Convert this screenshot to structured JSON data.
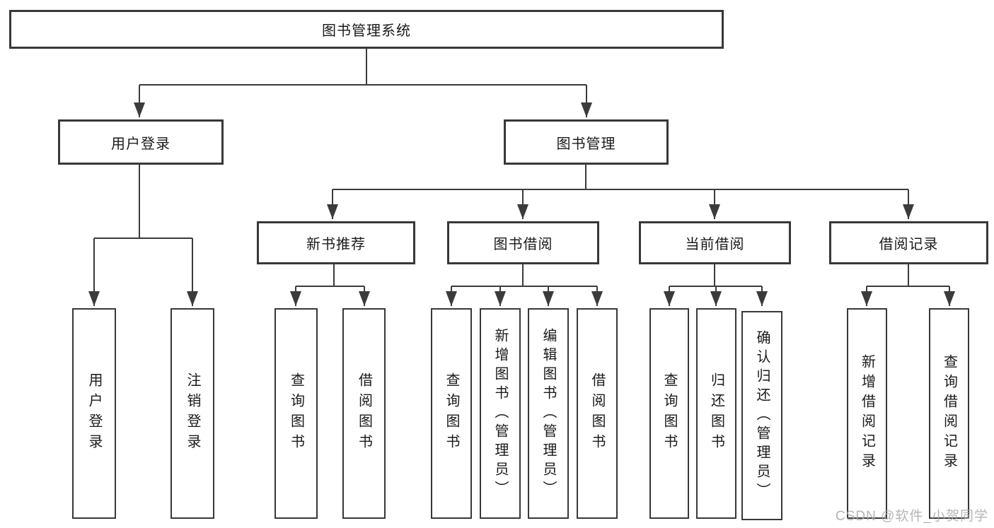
{
  "page": {
    "background": "#ffffff"
  },
  "colors": {
    "connector_line": "#3b3b3b",
    "box_border": "#383838",
    "box_text": "#1a1a1a",
    "watermark_text": "#a8a8a8"
  },
  "tree": {
    "label": "图书管理系统",
    "children": [
      {
        "label": "用户登录",
        "children": [
          {
            "label": "用户登录"
          },
          {
            "label": "注销登录"
          }
        ]
      },
      {
        "label": "图书管理",
        "children": [
          {
            "label": "新书推荐",
            "children": [
              {
                "label": "查询图书"
              },
              {
                "label": "借阅图书"
              }
            ]
          },
          {
            "label": "图书借阅",
            "children": [
              {
                "label": "查询图书"
              },
              {
                "label": "新增图书（管理员）"
              },
              {
                "label": "编辑图书（管理员）"
              },
              {
                "label": "借阅图书"
              }
            ]
          },
          {
            "label": "当前借阅",
            "children": [
              {
                "label": "查询图书"
              },
              {
                "label": "归还图书"
              },
              {
                "label": "确认归还（管理员）"
              }
            ]
          },
          {
            "label": "借阅记录",
            "children": [
              {
                "label": "新增借阅记录"
              },
              {
                "label": "查询借阅记录"
              }
            ]
          }
        ]
      }
    ]
  },
  "watermark": {
    "text": "CSDN @软件_小贺同学"
  }
}
